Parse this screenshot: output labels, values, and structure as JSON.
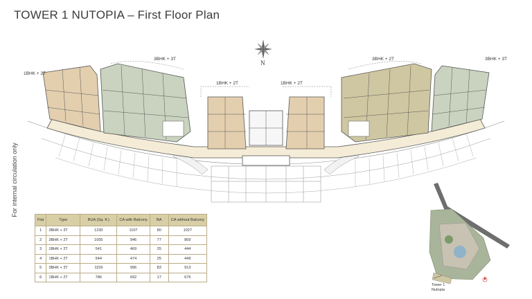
{
  "title": "TOWER 1 NUTOPIA –  First Floor Plan",
  "side_note": "For internal circulation only",
  "compass_label": "N",
  "unit_labels": {
    "u1": "1BHK + 2T",
    "u2": "3BHK + 3T",
    "u3": "1BHK + 2T",
    "u4": "1BHK + 2T",
    "u5": "3BHK + 2T",
    "u6": "3BHK + 3T"
  },
  "table": {
    "headers": [
      "Flat",
      "Type",
      "BUA (Sq. ft.)",
      "CA with Balcony",
      "BA",
      "CA without Balcony"
    ],
    "rows": [
      [
        "1",
        "3BHK + 3T",
        "1230",
        "1107",
        "80",
        "1027"
      ],
      [
        "2",
        "3BHK + 2T",
        "1055",
        "946",
        "77",
        "869"
      ],
      [
        "3",
        "1BHK + 2T",
        "541",
        "469",
        "25",
        "444"
      ],
      [
        "4",
        "1BHK + 2T",
        "544",
        "474",
        "25",
        "449"
      ],
      [
        "5",
        "3BHK + 3T",
        "1159",
        "996",
        "83",
        "913"
      ],
      [
        "6",
        "1BHK + 2T",
        "786",
        "692",
        "17",
        "675"
      ]
    ]
  },
  "key_plan_label": [
    "Tower 1",
    "Nutopia"
  ],
  "colors": {
    "unit_tan": "#e3cfae",
    "unit_green": "#c9d3bf",
    "unit_olive": "#cfc7a1",
    "corridor": "#f4ecd6",
    "wall": "#555555",
    "table_header": "#d8cfa6"
  }
}
